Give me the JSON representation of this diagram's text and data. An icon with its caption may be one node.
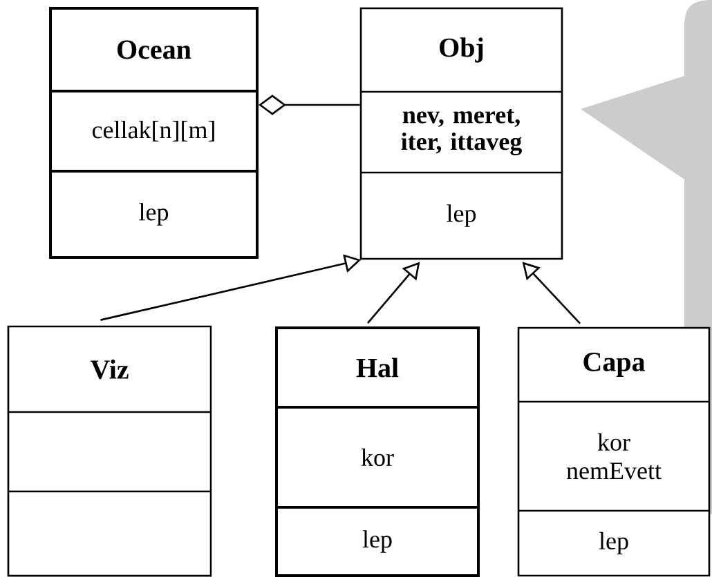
{
  "diagram": {
    "nodes": [
      {
        "text": [
          "Ocean",
          "cellak[n][m]",
          "lep"
        ]
      },
      {
        "text": [
          "Obj",
          "nev, meret, iter, ittaveg",
          "lep"
        ]
      },
      {
        "text": [
          "Viz"
        ]
      },
      {
        "text": [
          "Hal",
          "kor",
          "lep"
        ]
      },
      {
        "text": [
          "Capa",
          "kor nemEvett",
          "lep"
        ]
      },
      {
        "text": [],
        "shape": "callout"
      }
    ],
    "edges": [
      {
        "from": 0,
        "to": 1,
        "arrow": "other"
      },
      {
        "from": 2,
        "to": 1,
        "arrow": "to"
      },
      {
        "from": 3,
        "to": 1,
        "arrow": "to"
      },
      {
        "from": 4,
        "to": 1,
        "arrow": "to"
      }
    ]
  }
}
